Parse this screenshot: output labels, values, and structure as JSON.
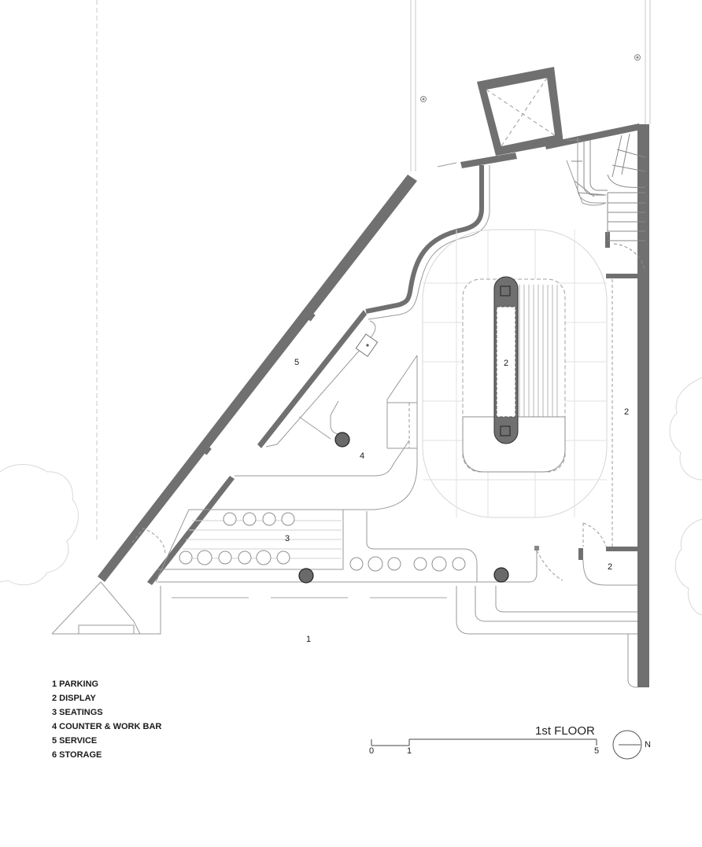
{
  "title": "1st FLOOR",
  "legend": [
    "1 PARKING",
    "2 DISPLAY",
    "3 SEATINGS",
    "4 COUNTER & WORK BAR",
    "5 SERVICE",
    "6 STORAGE"
  ],
  "room_numbers": {
    "parking": "1",
    "display_center": "2",
    "display_east": "2",
    "display_small": "2",
    "seatings": "3",
    "counter": "4",
    "service": "5"
  },
  "scale_bar": {
    "ticks": [
      "0",
      "1",
      "5"
    ]
  },
  "north_label": "N",
  "colors": {
    "wall": "#707070",
    "line": "#8a8a8a",
    "faint": "#cfcfcf"
  }
}
